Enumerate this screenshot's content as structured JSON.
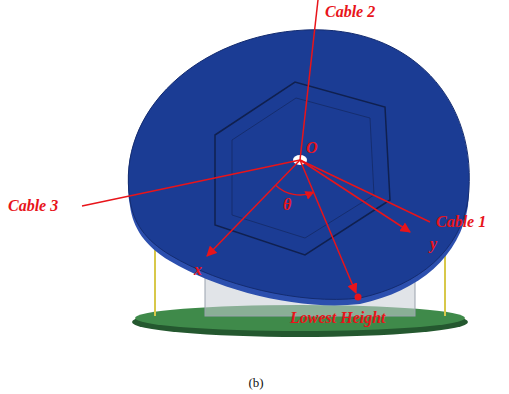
{
  "diagram": {
    "caption": "(b)",
    "labels": [
      "Cable 2",
      "O",
      "Cable 3",
      "θ",
      "Cable 1",
      "y",
      "x",
      "Lowest Height"
    ]
  }
}
